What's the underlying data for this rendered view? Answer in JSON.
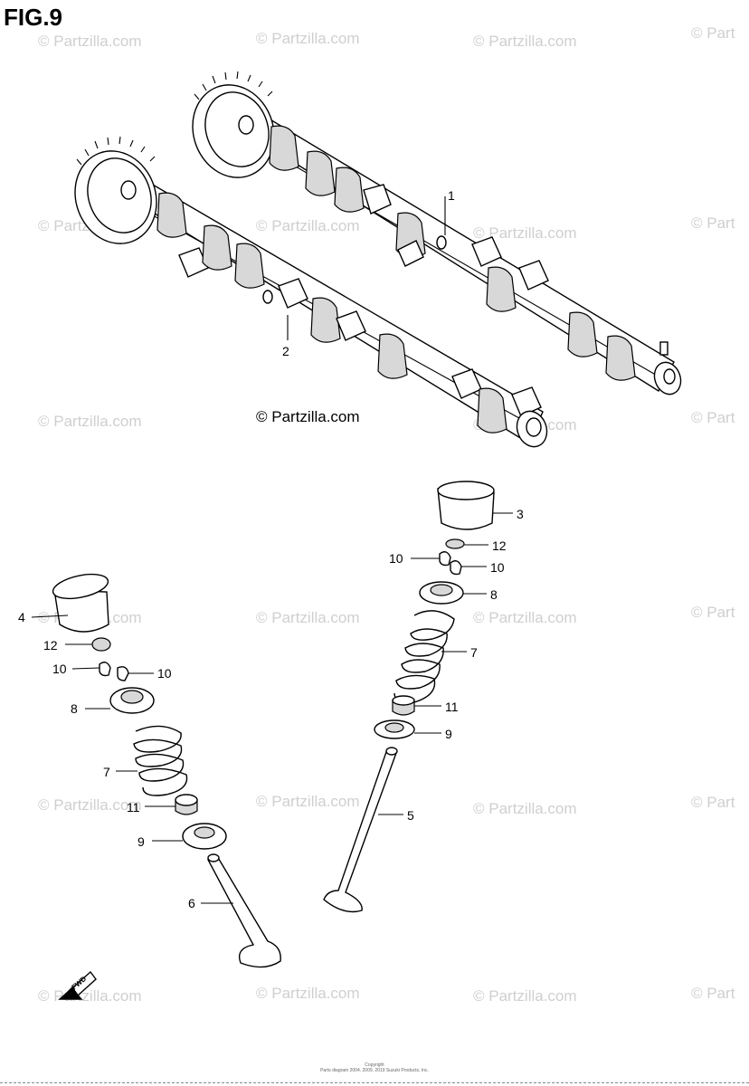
{
  "title": "FIG.9",
  "watermark": "© Partzilla.com",
  "watermark_cut": "© Part",
  "center_copyright": "© Partzilla.com",
  "fwd": "FWD",
  "footer": {
    "line1": "Copyright",
    "line2": "Parts diagram 2004. 2009, 2019 Suzuki Products, Inc."
  },
  "callouts": [
    {
      "id": "cam1",
      "number": "1"
    },
    {
      "id": "cam2",
      "number": "2"
    },
    {
      "id": "tappet-r",
      "number": "3"
    },
    {
      "id": "tappet-l",
      "number": "4"
    },
    {
      "id": "valve-r",
      "number": "5"
    },
    {
      "id": "valve-l",
      "number": "6"
    },
    {
      "id": "spring-r",
      "number": "7"
    },
    {
      "id": "spring-l",
      "number": "7"
    },
    {
      "id": "retainer-r",
      "number": "8"
    },
    {
      "id": "retainer-l",
      "number": "8"
    },
    {
      "id": "seat-r",
      "number": "9"
    },
    {
      "id": "seat-l",
      "number": "9"
    },
    {
      "id": "cotter-r1",
      "number": "10"
    },
    {
      "id": "cotter-r2",
      "number": "10"
    },
    {
      "id": "cotter-l1",
      "number": "10"
    },
    {
      "id": "cotter-l2",
      "number": "10"
    },
    {
      "id": "seal-r",
      "number": "11"
    },
    {
      "id": "seal-l",
      "number": "11"
    },
    {
      "id": "shim-r",
      "number": "12"
    },
    {
      "id": "shim-l",
      "number": "12"
    }
  ]
}
